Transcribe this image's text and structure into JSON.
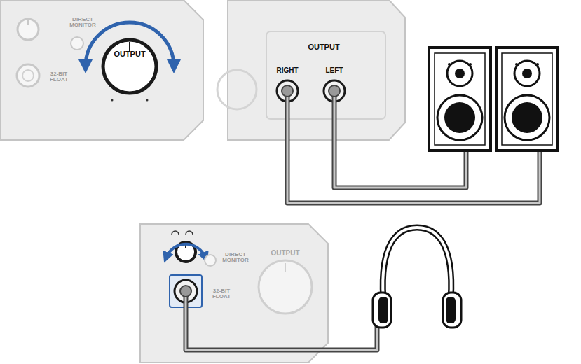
{
  "diagram": {
    "labels": [
      "OUTPUT",
      "DIRECT MONITOR",
      "32-BIT FLOAT",
      "OUTPUT",
      "RIGHT",
      "LEFT",
      "DIRECT MONITOR",
      "32-BIT FLOAT",
      "OUTPUT"
    ]
  }
}
